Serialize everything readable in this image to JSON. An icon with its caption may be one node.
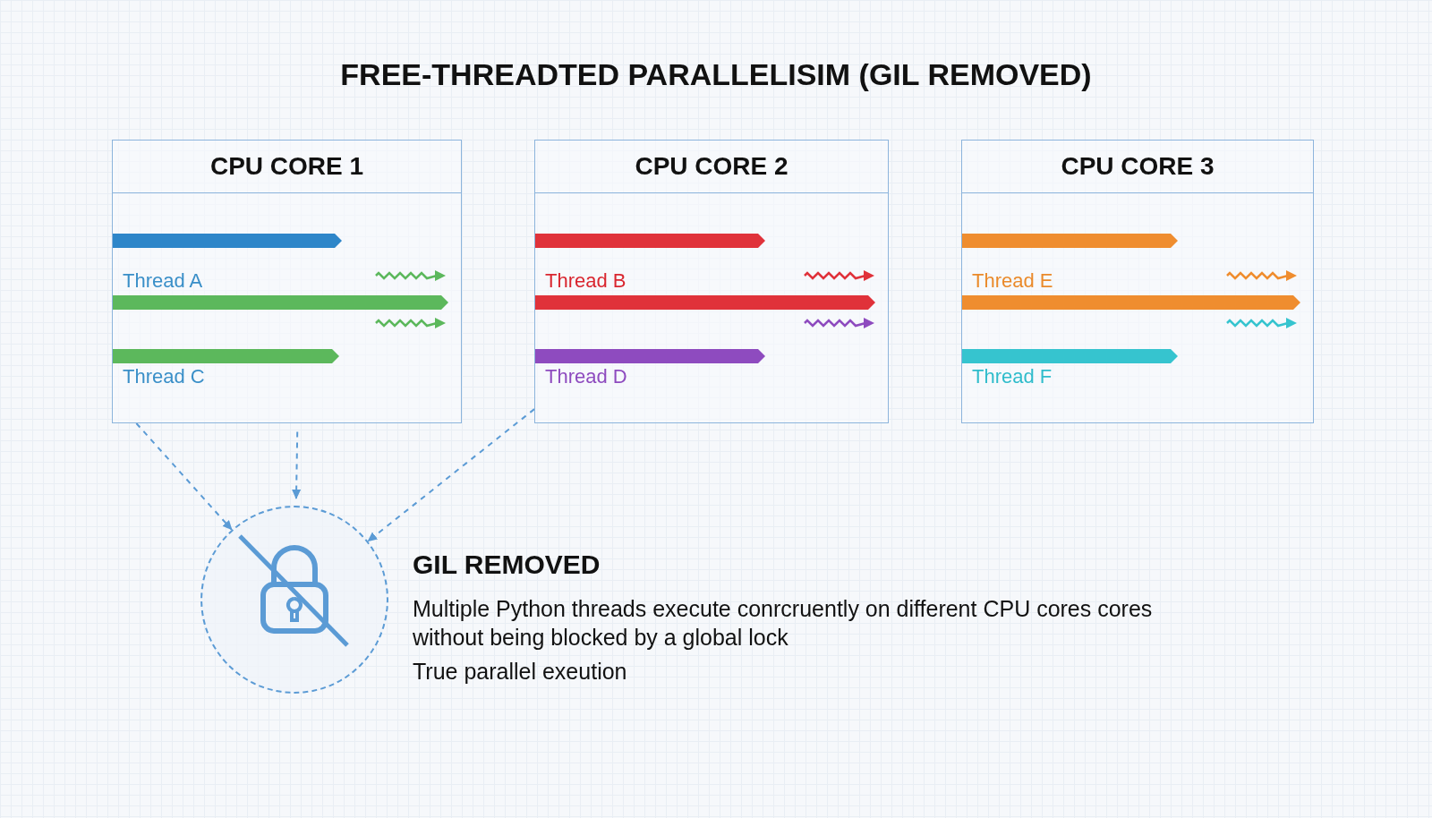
{
  "diagram": {
    "title": "FREE-THREADTED PARALLELISIM (GIL REMOVED)",
    "nodes": [
      {
        "text": [
          "CPU CORE 1",
          "Thread A",
          "Thread C"
        ]
      },
      {
        "text": [
          "CPU CORE 2",
          "Thread B",
          "Thread D"
        ]
      },
      {
        "text": [
          "CPU CORE 3",
          "Thread E",
          "Thread F"
        ]
      },
      {
        "text": [],
        "shape": "circle"
      }
    ],
    "edges": [
      {
        "from": 0,
        "to": 3,
        "arrow": "to",
        "style": "dashed"
      },
      {
        "from": 0,
        "to": 3,
        "arrow": "to",
        "style": "dashed"
      },
      {
        "from": 1,
        "to": 3,
        "arrow": "to",
        "style": "dashed"
      }
    ],
    "labels": [
      "GIL REMOVED",
      "Multiple Python threads execute conrcruently on different CPU cores cores without being blocked by a global lock",
      "True parallel exeution"
    ]
  }
}
